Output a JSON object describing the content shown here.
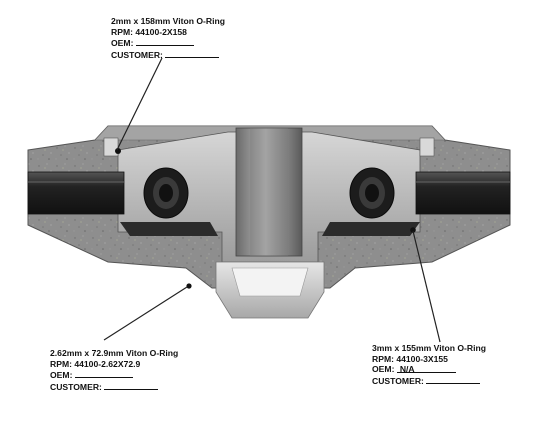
{
  "callouts": [
    {
      "id": "top",
      "size": "2mm x 158mm Viton O-Ring",
      "rpm": "RPM: 44100-2X158",
      "oem_label": "OEM:",
      "oem_value": "",
      "customer_label": "CUSTOMER:",
      "customer_value": ""
    },
    {
      "id": "bottom-left",
      "size": "2.62mm x 72.9mm Viton O-Ring",
      "rpm": "RPM: 44100-2.62X72.9",
      "oem_label": "OEM:",
      "oem_value": "",
      "customer_label": "CUSTOMER:",
      "customer_value": ""
    },
    {
      "id": "bottom-right",
      "size": "3mm x 155mm Viton O-Ring",
      "rpm": "RPM: 44100-3X155",
      "oem_label": "OEM:",
      "oem_value": "N/A",
      "customer_label": "CUSTOMER:",
      "customer_value": ""
    }
  ],
  "colors": {
    "housing": "#8e8e8e",
    "housing_speckle": "#b8c08a",
    "metal_light": "#c8c8c8",
    "metal_dark": "#3a3a3a",
    "oring": "#1a1a1a",
    "leader": "#222222"
  }
}
